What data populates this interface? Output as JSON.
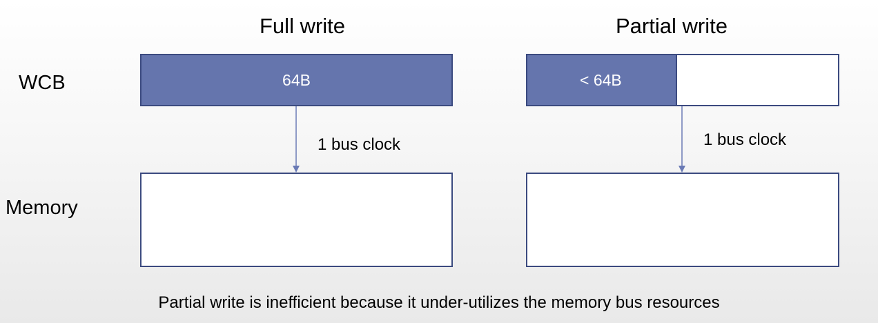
{
  "diagram": {
    "titles": {
      "full": "Full write",
      "partial": "Partial write"
    },
    "row_labels": {
      "wcb": "WCB",
      "memory": "Memory"
    },
    "full": {
      "wcb_size": "64B",
      "transfer": "1 bus clock"
    },
    "partial": {
      "wcb_size": "< 64B",
      "transfer": "1 bus clock"
    },
    "caption": "Partial write is inefficient because it under-utilizes the memory bus resources",
    "colors": {
      "fill": "#6575ad",
      "border": "#3b4a7f",
      "arrow": "#6a7ab5"
    }
  }
}
